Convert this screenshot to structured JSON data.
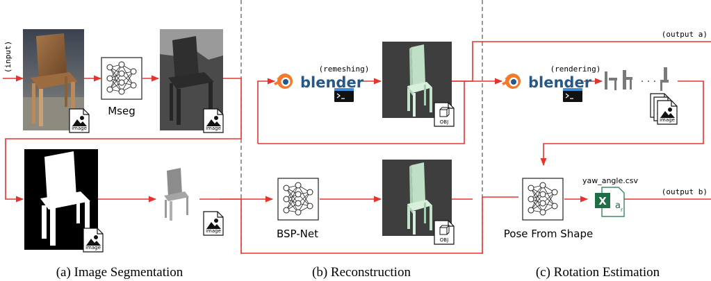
{
  "labels": {
    "input": "(input)",
    "output_a": "(output a)",
    "output_b": "(output b)",
    "mseg": "Mseg",
    "bsp_net": "BSP-Net",
    "pose_from_shape": "Pose From Shape",
    "remeshing": "(remeshing)",
    "rendering": "(rendering)",
    "blender_1": "blender",
    "blender_2": "blender",
    "csv_file": "yaw_angle.csv",
    "excel_letter": "X",
    "excel_sub": "a",
    "excel_subscript": "r"
  },
  "file_icons": {
    "image_label": "image",
    "obj_label": "OBJ"
  },
  "captions": {
    "a": "(a) Image Segmentation",
    "b": "(b) Reconstruction",
    "c": "(c) Rotation Estimation"
  },
  "colors": {
    "arrow": "#e8322e",
    "blender_orange": "#f5792a",
    "blender_blue": "#265787",
    "excel_green": "#1d7044",
    "mesh_green": "#cfe9d4",
    "dark_bg": "#3e3e3e"
  }
}
